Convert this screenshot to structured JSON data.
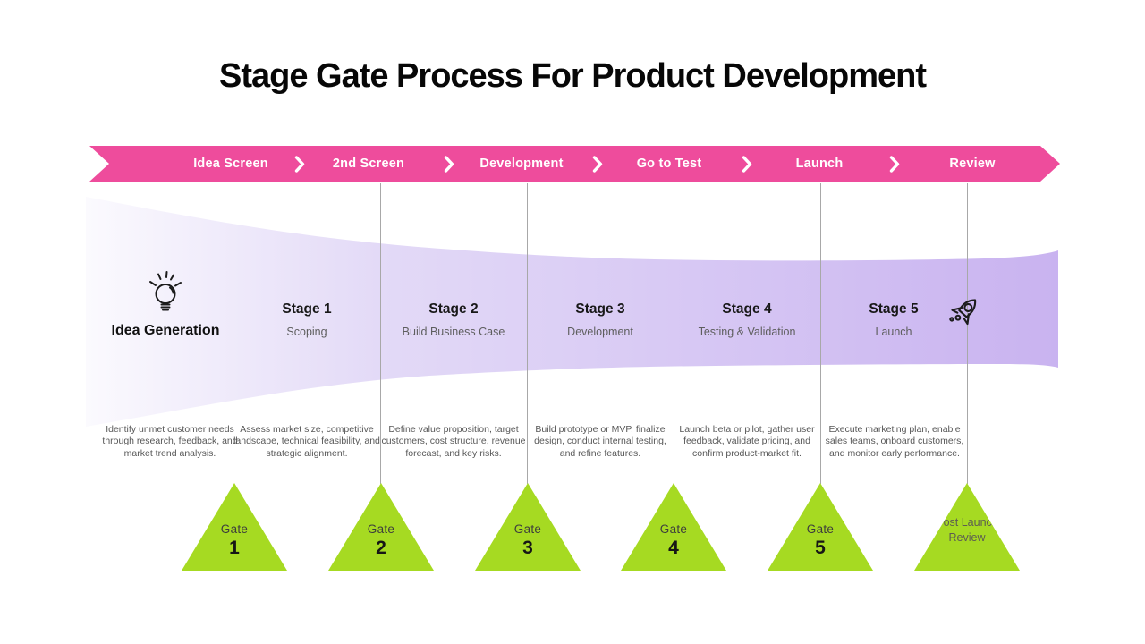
{
  "title": "Stage Gate Process For Product Development",
  "banner": {
    "steps": [
      "Idea Screen",
      "2nd Screen",
      "Development",
      "Go to Test",
      "Launch",
      "Review"
    ]
  },
  "stages": {
    "intro": {
      "title": "Idea Generation",
      "icon": "lightbulb-icon",
      "description": "Identify unmet customer needs through research, feedback, and market trend analysis."
    },
    "items": [
      {
        "title": "Stage 1",
        "subtitle": "Scoping",
        "description": "Assess market size, competitive landscape, technical feasibility, and strategic alignment."
      },
      {
        "title": "Stage 2",
        "subtitle": "Build Business Case",
        "description": "Define value proposition, target customers, cost structure, revenue forecast, and key risks."
      },
      {
        "title": "Stage 3",
        "subtitle": "Development",
        "description": "Build prototype or MVP, finalize design, conduct internal testing, and refine features."
      },
      {
        "title": "Stage 4",
        "subtitle": "Testing & Validation",
        "description": "Launch beta or pilot, gather user feedback, validate pricing, and confirm product-market fit."
      },
      {
        "title": "Stage 5",
        "subtitle": "Launch",
        "icon": "rocket-icon",
        "description": "Execute marketing plan, enable sales teams, onboard customers, and monitor early performance."
      }
    ]
  },
  "gates": {
    "items": [
      {
        "label": "Gate",
        "number": "1"
      },
      {
        "label": "Gate",
        "number": "2"
      },
      {
        "label": "Gate",
        "number": "3"
      },
      {
        "label": "Gate",
        "number": "4"
      },
      {
        "label": "Gate",
        "number": "5"
      }
    ],
    "post": {
      "label": "Post Launch Review"
    }
  },
  "colors": {
    "banner": "#EE4C9C",
    "gate_triangle": "#A6DA22",
    "funnel_start": "#FBFAFE",
    "funnel_mid": "#E3DAF7",
    "funnel_end": "#C9B3F0",
    "gridline": "#A8A8A8"
  }
}
